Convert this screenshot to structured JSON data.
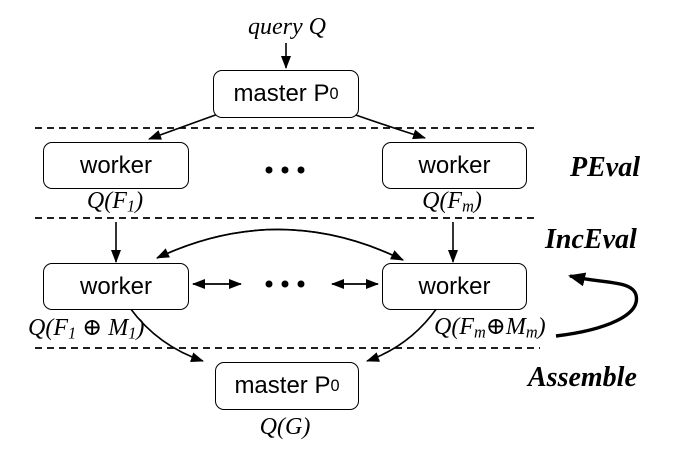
{
  "colors": {
    "ink": "#000000",
    "paper": "#ffffff"
  },
  "nodes": {
    "master_top": {
      "text": "master P",
      "sub": "0"
    },
    "master_bottom": {
      "text": "master P",
      "sub": "0"
    },
    "worker_label": "worker"
  },
  "labels": {
    "query": "query Q",
    "qf1": {
      "p1": "Q(F",
      "s1": "1",
      "p2": ")"
    },
    "qfm": {
      "p1": "Q(F",
      "s1": "m",
      "p2": ")"
    },
    "qf1m1": {
      "p1": "Q(F",
      "s1": "1",
      "p2": " ⊕ M",
      "s2": "1",
      "p3": ")"
    },
    "qfmmm": {
      "p1": "Q(F",
      "s1": "m",
      "p2": "⊕M",
      "s2": "m",
      "p3": ")"
    },
    "qg": "Q(G)"
  },
  "phases": {
    "peval": "PEval",
    "inceval": "IncEval",
    "assemble": "Assemble"
  }
}
